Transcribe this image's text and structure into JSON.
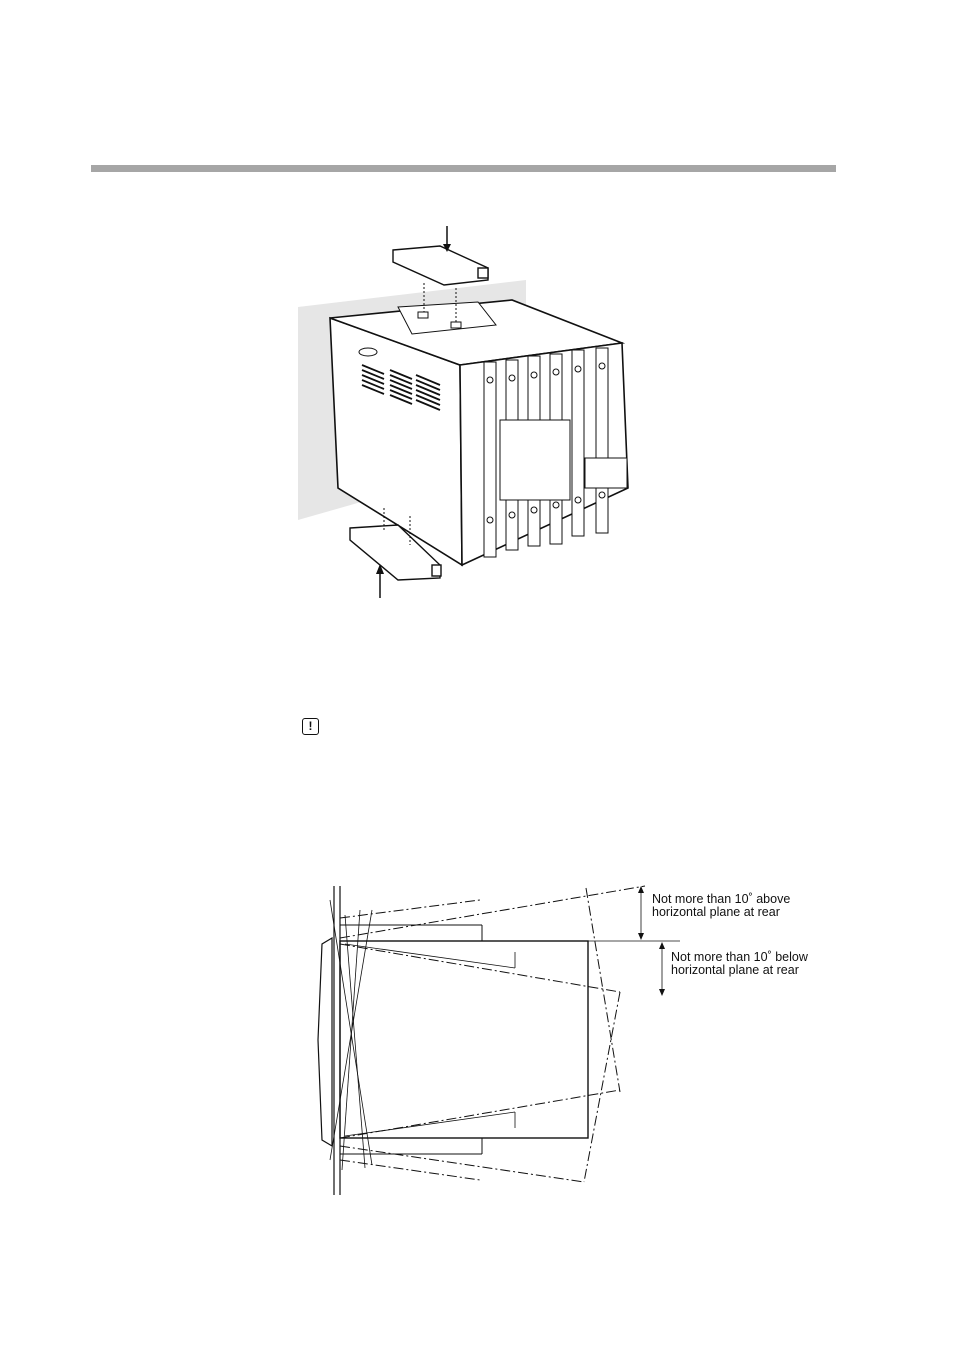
{
  "header": {
    "rule_color": "#a6a6a6"
  },
  "figure_mounting": {
    "top_bracket": "mounting-bracket-top",
    "bottom_bracket": "mounting-bracket-bottom",
    "panel_shading": "#e6e6e6"
  },
  "caution": {
    "icon": "caution-icon",
    "symbol": "!"
  },
  "figure_angle": {
    "above_line1": "Not more than 10˚ above",
    "above_line2": "horizontal plane at rear",
    "below_line1": "Not more than 10˚ below",
    "below_line2": "horizontal plane at rear"
  }
}
